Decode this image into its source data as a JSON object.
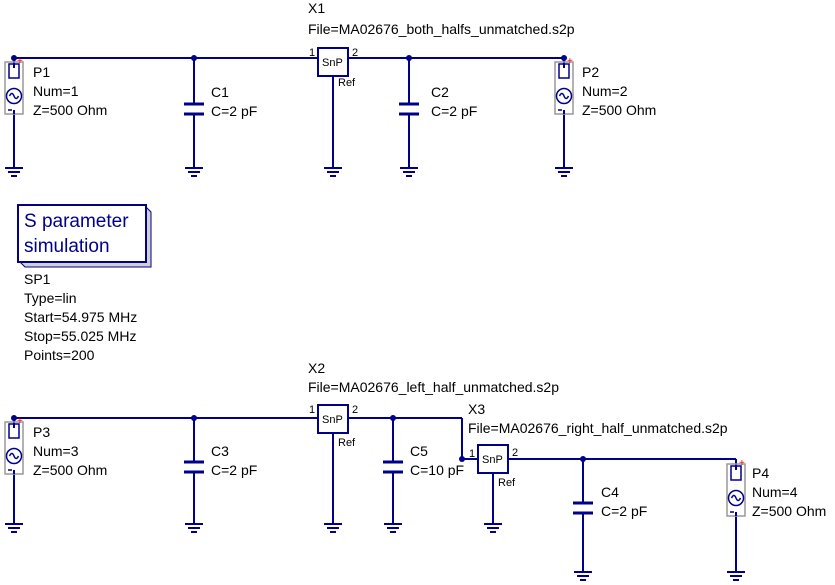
{
  "colors": {
    "wire": "#00008b",
    "text": "#000000",
    "plus": "#ff0000",
    "background": "#ffffff"
  },
  "symbols": {
    "snp": "SnP",
    "ref": "Ref",
    "pin1": "1",
    "pin2": "2",
    "plus": "+"
  },
  "components": {
    "X1": {
      "name": "X1",
      "file": "File=MA02676_both_halfs_unmatched.s2p"
    },
    "X2": {
      "name": "X2",
      "file": "File=MA02676_left_half_unmatched.s2p"
    },
    "X3": {
      "name": "X3",
      "file": "File=MA02676_right_half_unmatched.s2p"
    },
    "P1": {
      "name": "P1",
      "num": "Num=1",
      "z": "Z=500 Ohm"
    },
    "P2": {
      "name": "P2",
      "num": "Num=2",
      "z": "Z=500 Ohm"
    },
    "P3": {
      "name": "P3",
      "num": "Num=3",
      "z": "Z=500 Ohm"
    },
    "P4": {
      "name": "P4",
      "num": "Num=4",
      "z": "Z=500 Ohm"
    },
    "C1": {
      "name": "C1",
      "value": "C=2 pF"
    },
    "C2": {
      "name": "C2",
      "value": "C=2 pF"
    },
    "C3": {
      "name": "C3",
      "value": "C=2 pF"
    },
    "C4": {
      "name": "C4",
      "value": "C=2 pF"
    },
    "C5": {
      "name": "C5",
      "value": "C=10 pF"
    }
  },
  "simulation": {
    "title_line1": "S parameter",
    "title_line2": "simulation",
    "name": "SP1",
    "type": "Type=lin",
    "start": "Start=54.975 MHz",
    "stop": "Stop=55.025 MHz",
    "points": "Points=200"
  }
}
